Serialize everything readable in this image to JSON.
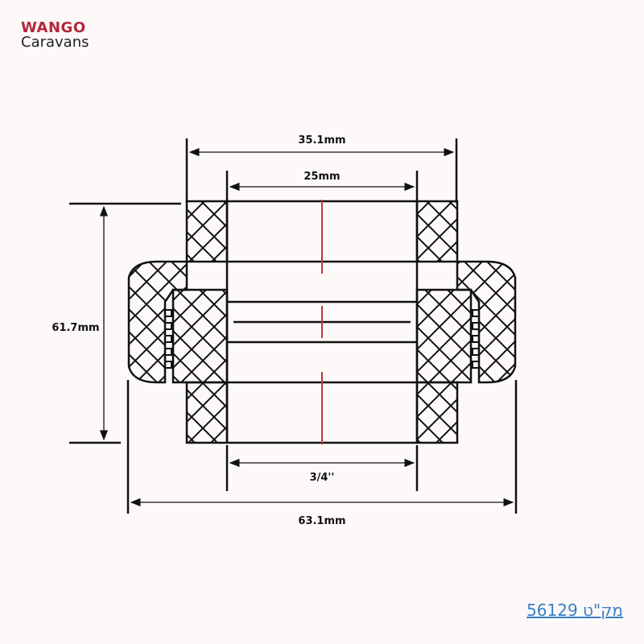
{
  "logo": {
    "line1": "WANGO",
    "line2": "Caravans",
    "brand_color": "#b3263a"
  },
  "dimensions": {
    "top_outer": "35.1mm",
    "top_inner": "25mm",
    "height": "61.7mm",
    "bottom_inner": "3/4''",
    "bottom_outer": "63.1mm"
  },
  "sku": {
    "label": "מק\"ט",
    "value": "56129",
    "text": "מק\"ט 56129",
    "color": "#3a7ec6"
  },
  "colors": {
    "line": "#111111",
    "centerline": "#c0392b",
    "background": "#fdf9f9"
  }
}
